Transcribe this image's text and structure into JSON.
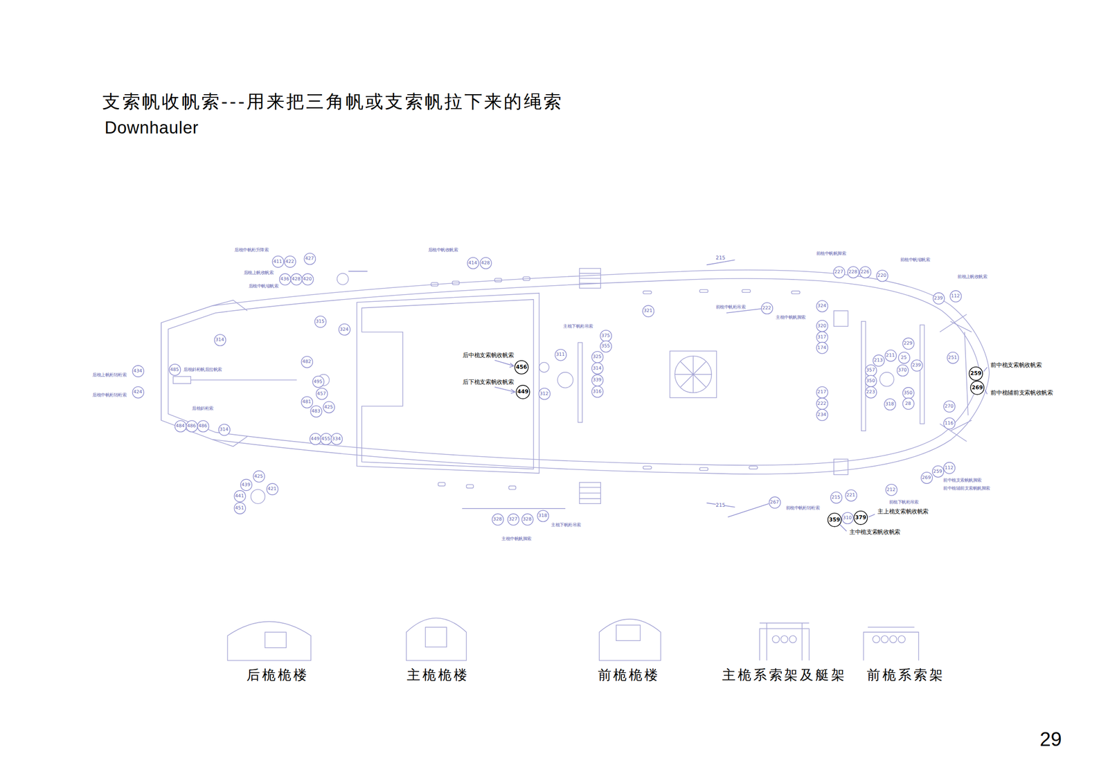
{
  "diagram": {
    "title": "支索帆收帆索---用来把三角帆或支索帆拉下来的绳索",
    "nodes": [
      {
        "text": [
          "411"
        ]
      },
      {
        "text": [
          "422"
        ]
      },
      {
        "text": [
          "427"
        ]
      },
      {
        "text": [
          "436"
        ]
      },
      {
        "text": [
          "428"
        ]
      },
      {
        "text": [
          "420"
        ]
      },
      {
        "text": [
          "414"
        ]
      },
      {
        "text": [
          "428"
        ]
      },
      {
        "text": [
          "227"
        ]
      },
      {
        "text": [
          "228"
        ]
      },
      {
        "text": [
          "226"
        ]
      },
      {
        "text": [
          "220"
        ]
      },
      {
        "text": [
          "239"
        ]
      },
      {
        "text": [
          "112"
        ]
      },
      {
        "text": [
          "321"
        ]
      },
      {
        "text": [
          "222"
        ]
      },
      {
        "text": [
          "324"
        ]
      },
      {
        "text": [
          "315"
        ]
      },
      {
        "text": [
          "324"
        ]
      },
      {
        "text": [
          "320"
        ]
      },
      {
        "text": [
          "375"
        ]
      },
      {
        "text": [
          "314"
        ]
      },
      {
        "text": [
          "317"
        ]
      },
      {
        "text": [
          "355"
        ]
      },
      {
        "text": [
          "229"
        ]
      },
      {
        "text": [
          "174"
        ]
      },
      {
        "text": [
          "311"
        ]
      },
      {
        "text": [
          "325"
        ]
      },
      {
        "text": [
          "211"
        ]
      },
      {
        "text": [
          "25"
        ]
      },
      {
        "text": [
          "251"
        ]
      },
      {
        "text": [
          "482"
        ]
      },
      {
        "text": [
          "213"
        ]
      },
      {
        "text": [
          "239"
        ]
      },
      {
        "text": [
          "456",
          "后中桅支索帆收帆索"
        ]
      },
      {
        "text": [
          "314"
        ]
      },
      {
        "text": [
          "485"
        ]
      },
      {
        "text": [
          "434"
        ]
      },
      {
        "text": [
          "370"
        ]
      },
      {
        "text": [
          "357"
        ]
      },
      {
        "text": [
          "259",
          "前中桅支索帆收帆索"
        ]
      },
      {
        "text": [
          "495"
        ]
      },
      {
        "text": [
          "339"
        ]
      },
      {
        "text": [
          "350"
        ]
      },
      {
        "text": [
          "449",
          "后下桅支索帆收帆索"
        ]
      },
      {
        "text": [
          "269",
          "前中桅辅前支索帆收帆索"
        ]
      },
      {
        "text": [
          "316"
        ]
      },
      {
        "text": [
          "424"
        ]
      },
      {
        "text": [
          "457"
        ]
      },
      {
        "text": [
          "312"
        ]
      },
      {
        "text": [
          "223"
        ]
      },
      {
        "text": [
          "217"
        ]
      },
      {
        "text": [
          "350"
        ]
      },
      {
        "text": [
          "481"
        ]
      },
      {
        "text": [
          "222"
        ]
      },
      {
        "text": [
          "318"
        ]
      },
      {
        "text": [
          "28"
        ]
      },
      {
        "text": [
          "270"
        ]
      },
      {
        "text": [
          "425"
        ]
      },
      {
        "text": [
          "483"
        ]
      },
      {
        "text": [
          "234"
        ]
      },
      {
        "text": [
          "484"
        ]
      },
      {
        "text": [
          "486"
        ]
      },
      {
        "text": [
          "486"
        ]
      },
      {
        "text": [
          "116"
        ]
      },
      {
        "text": [
          "314"
        ]
      },
      {
        "text": [
          "449"
        ]
      },
      {
        "text": [
          "455"
        ]
      },
      {
        "text": [
          "334"
        ]
      },
      {
        "text": [
          "112"
        ]
      },
      {
        "text": [
          "259"
        ]
      },
      {
        "text": [
          "269"
        ]
      },
      {
        "text": [
          "425"
        ]
      },
      {
        "text": [
          "439"
        ]
      },
      {
        "text": [
          "421"
        ]
      },
      {
        "text": [
          "212"
        ]
      },
      {
        "text": [
          "221"
        ]
      },
      {
        "text": [
          "215"
        ]
      },
      {
        "text": [
          "441"
        ]
      },
      {
        "text": [
          "267"
        ]
      },
      {
        "text": [
          "451"
        ]
      },
      {
        "text": [
          "318"
        ]
      },
      {
        "text": [
          "379",
          "主上桅支索帆收帆索"
        ]
      },
      {
        "text": [
          "310"
        ]
      },
      {
        "text": [
          "328"
        ]
      },
      {
        "text": [
          "327"
        ]
      },
      {
        "text": [
          "328"
        ]
      },
      {
        "text": [
          "359",
          "主中桅支索帆收帆索"
        ]
      }
    ],
    "labels": [
      "Downhauler",
      "215",
      "215",
      "后桅桅楼",
      "主桅桅楼",
      "前桅桅楼",
      "主桅系索架及艇架",
      "前桅系索架",
      "29",
      "后桅中帆桁升降索",
      "后桅上帆收帆索",
      "后桅中帆缩帆索",
      "后桅中帆收帆索",
      "前桅中帆帆脚索",
      "前桅中帆缩帆索",
      "前桅上帆收帆索",
      "后桅上帆桁转桁索",
      "后桅中帆桁转桁索",
      "主桅下帆桁吊索",
      "前中桅支索帆帆脚索",
      "前中桅辅前支索帆帆脚索",
      "前桅中帆桁转桁索",
      "前桅下帆桁吊索",
      "主桅中帆帆脚索",
      "主桅下帆桁吊索",
      "主桅中帆帆脚索",
      "前桅中帆桁吊索",
      "后桅斜桁索",
      "后桅斜桁帆后拉帆索"
    ]
  }
}
